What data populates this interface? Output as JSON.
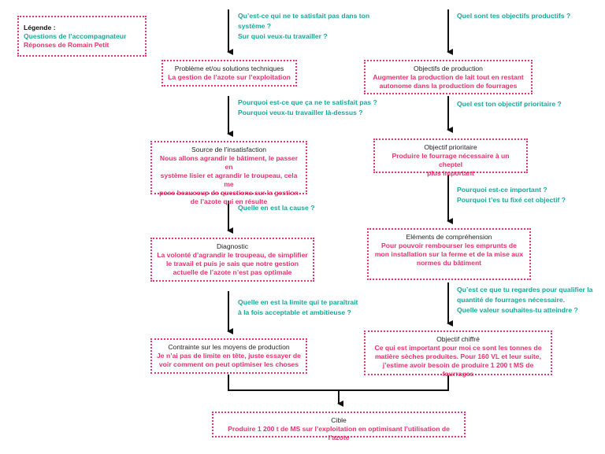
{
  "legend": {
    "title": "Légende :",
    "questions": "Questions de l’accompagnateur",
    "answers": "Réponses de Romain Petit"
  },
  "colors": {
    "question": "#16a89a",
    "answer": "#e8336b",
    "text": "#222222"
  },
  "left_column": {
    "q1": [
      "Qu’est-ce qui ne te satisfait pas dans ton",
      "système ?",
      "Sur quoi veux-tu travailler ?"
    ],
    "box1": {
      "title": "Problème et/ou solutions techniques",
      "answer": [
        "La gestion de l’azote sur l’exploitation"
      ]
    },
    "q2": [
      "Pourquoi est-ce que ça ne te satisfait pas ?",
      "Pourquoi veux-tu travailler là-dessus ?"
    ],
    "box2": {
      "title": "Source de l’insatisfaction",
      "answer": [
        "Nous allons agrandir le bâtiment, le passer en",
        "système lisier et agrandir le troupeau, cela me",
        "pose beaucoup de questions sur la gestion",
        "de l’azote qui en résulte"
      ]
    },
    "q3": [
      "Quelle en est la cause ?"
    ],
    "box3": {
      "title": "Diagnostic",
      "answer": [
        "La volonté d’agrandir le troupeau, de simplifier",
        "le travail et puis je sais que notre gestion",
        "actuelle de l’azote n’est pas optimale"
      ]
    },
    "q4": [
      "Quelle en est la limite qui te paraîtrait",
      "à la fois acceptable et ambitieuse ?"
    ],
    "box4": {
      "title": "Contrainte sur les moyens de production",
      "answer": [
        "Je n’ai pas de limite en tête, juste essayer de",
        "voir comment on peut optimiser les choses"
      ]
    }
  },
  "right_column": {
    "q1": [
      "Quel sont tes objectifs productifs ?"
    ],
    "box1": {
      "title": "Objectifs de production",
      "answer": [
        "Augmenter la production de lait tout en restant",
        "autonome dans la production de fourrages"
      ]
    },
    "q2": [
      "Quel est ton objectif prioritaire ?"
    ],
    "box2": {
      "title": "Objectif prioritaire",
      "answer": [
        "Produire le fourrage nécessaire à un cheptel",
        "plus important"
      ]
    },
    "q3": [
      "Pourquoi est-ce important ?",
      "Pourquoi t’es tu fixé cet objectif ?"
    ],
    "box3": {
      "title": "Eléments de compréhension",
      "answer": [
        "Pour pouvoir rembourser les emprunts de",
        "mon installation sur la ferme et de la mise aux",
        "normes du bâtiment"
      ]
    },
    "q4": [
      "Qu’est ce que tu regardes pour qualifier la",
      "quantité de fourrages nécessaire.",
      "Quelle valeur souhaites-tu atteindre ?"
    ],
    "box4": {
      "title": "Objectif chiffré",
      "answer": [
        "Ce qui est important pour moi ce sont les tonnes de",
        "matière sèches produites. Pour 160 VL et leur suite,",
        "j’estime avoir besoin de produire 1 200 t MS de fourrages"
      ]
    }
  },
  "target": {
    "title": "Cible",
    "answer": [
      "Produire 1 200 t de MS sur l’exploitation en optimisant l’utilisation de l’azote"
    ]
  }
}
